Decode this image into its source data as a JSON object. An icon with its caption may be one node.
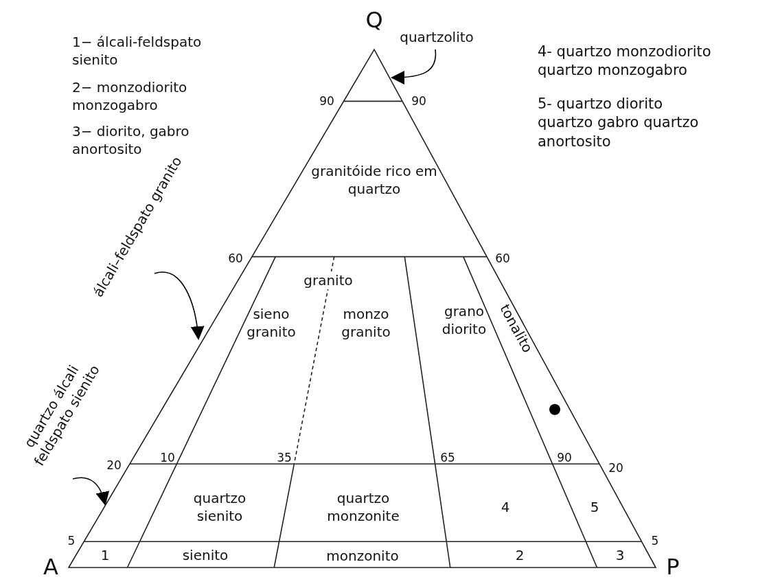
{
  "diagram": {
    "nodes": [
      {
        "text": [
          "quartzolito"
        ]
      },
      {
        "text": [
          "álcali–feldspato granito"
        ]
      },
      {
        "text": [
          "quartzo álcali feldspato sienito"
        ]
      }
    ],
    "edges": [
      {
        "from": 0,
        "to": null,
        "arrow": "to"
      },
      {
        "from": 1,
        "to": null,
        "arrow": "to"
      },
      {
        "from": 2,
        "to": null,
        "arrow": "to"
      }
    ],
    "labels": [
      "Q",
      "1− álcali-feldspato sienito",
      "4- quartzo monzodiorito quartzo monzogabro",
      "90",
      "90",
      "2− monzodiorito monzogabro",
      "5- quartzo diorito quartzo gabro quartzo anortosito",
      "3− diorito, gabro anortosito",
      "granitóide rico em quartzo",
      "60",
      "60",
      "granito",
      "tonalito",
      "sieno granito",
      "monzo granito",
      "grano diorito",
      "20",
      "10",
      "35",
      "65",
      "90",
      "20",
      "quartzo sienito",
      "quartzo monzonite",
      "4",
      "5",
      "5",
      "5",
      "1",
      "sienito",
      "monzonito",
      "2",
      "3",
      "A",
      "P"
    ]
  }
}
